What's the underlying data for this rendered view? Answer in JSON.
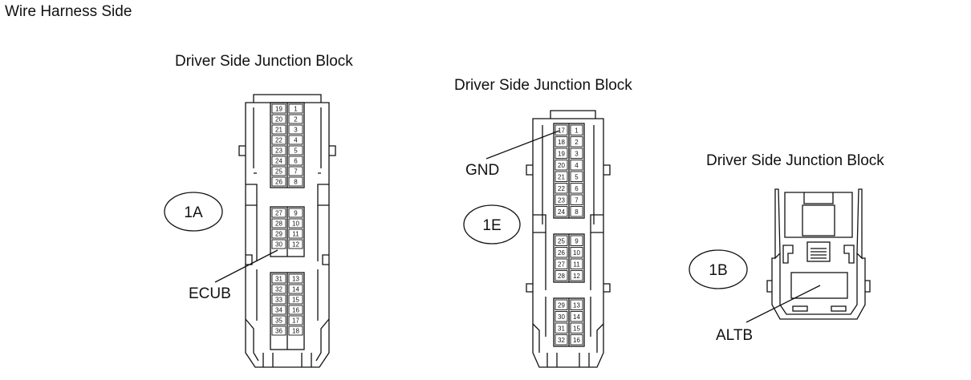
{
  "page_title": "Wire Harness Side",
  "connectors": [
    {
      "id": "1A",
      "title": "Driver Side Junction Block",
      "callout": "ECUB",
      "pin_rows": [
        [
          "19",
          "1"
        ],
        [
          "20",
          "2"
        ],
        [
          "21",
          "3"
        ],
        [
          "22",
          "4"
        ],
        [
          "23",
          "5"
        ],
        [
          "24",
          "6"
        ],
        [
          "25",
          "7"
        ],
        [
          "26",
          "8"
        ],
        [
          "27",
          "9"
        ],
        [
          "28",
          "10"
        ],
        [
          "29",
          "11"
        ],
        [
          "30",
          "12"
        ],
        [
          "31",
          "13"
        ],
        [
          "32",
          "14"
        ],
        [
          "33",
          "15"
        ],
        [
          "34",
          "16"
        ],
        [
          "35",
          "17"
        ],
        [
          "36",
          "18"
        ]
      ]
    },
    {
      "id": "1E",
      "title": "Driver Side Junction Block",
      "callout": "GND",
      "pin_rows": [
        [
          "17",
          "1"
        ],
        [
          "18",
          "2"
        ],
        [
          "19",
          "3"
        ],
        [
          "20",
          "4"
        ],
        [
          "21",
          "5"
        ],
        [
          "22",
          "6"
        ],
        [
          "23",
          "7"
        ],
        [
          "24",
          "8"
        ],
        [
          "25",
          "9"
        ],
        [
          "26",
          "10"
        ],
        [
          "27",
          "11"
        ],
        [
          "28",
          "12"
        ],
        [
          "29",
          "13"
        ],
        [
          "30",
          "14"
        ],
        [
          "31",
          "15"
        ],
        [
          "32",
          "16"
        ]
      ]
    },
    {
      "id": "1B",
      "title": "Driver Side Junction Block",
      "callout": "ALTB"
    }
  ]
}
